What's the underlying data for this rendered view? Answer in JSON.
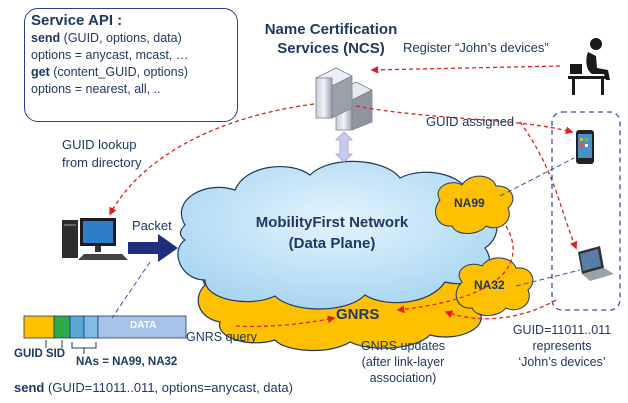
{
  "service_api": {
    "title": "Service API :",
    "send_kw": "send",
    "send_args": " (GUID, options, data)",
    "send_opts": "options = anycast, mcast, …",
    "get_kw": "get",
    "get_args": " (content_GUID, options)",
    "get_opts": "options = nearest, all, .."
  },
  "ncs": {
    "line1": "Name Certification",
    "line2": "Services (NCS)"
  },
  "labels": {
    "register": "Register “John’s  devices”",
    "guid_assigned": "GUID assigned",
    "guid_lookup_1": "GUID lookup",
    "guid_lookup_2": "from directory",
    "packet": "Packet",
    "network_1": "MobilityFirst Network",
    "network_2": "(Data Plane)",
    "na99": "NA99",
    "na32": "NA32",
    "gnrs": "GNRS",
    "gnrs_query": "GNRS query",
    "gnrs_updates_1": "GNRS updates",
    "gnrs_updates_2": "(after link-layer",
    "gnrs_updates_3": "association)",
    "guid_rep_1": "GUID=11011..011",
    "guid_rep_2": "represents",
    "guid_rep_3": "‘John’s devices’"
  },
  "packet_header": {
    "data": "DATA",
    "guid_sid": "GUID SID",
    "nas": "NAs = NA99, NA32"
  },
  "bottom": {
    "send_kw": "send",
    "args": " (GUID=11011..011, options=anycast, data)"
  },
  "colors": {
    "text": "#1f3864",
    "cloud_blue": "#bfe3f7",
    "cloud_yellow": "#ffc000",
    "arrow_red": "#e02020",
    "packet_arrow": "#1f2f7a"
  }
}
